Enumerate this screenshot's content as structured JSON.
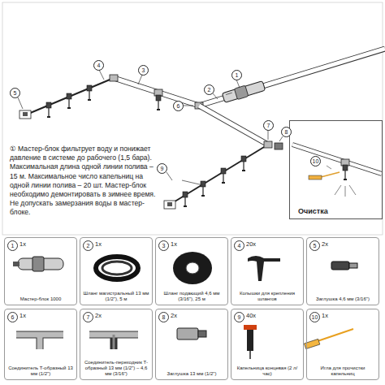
{
  "diagram": {
    "nodes": [
      {
        "text": [
          "1",
          "1x",
          "Мастер-блок 1000"
        ]
      },
      {
        "text": [
          "2",
          "1x",
          "Шланг магистральный 13 мм (1/2\"), 5 м"
        ]
      },
      {
        "text": [
          "3",
          "1x",
          "Шланг подающий 4,6 мм (3/16\"), 25 м"
        ]
      },
      {
        "text": [
          "4",
          "20x",
          "Колышки для крепления шлангов"
        ]
      },
      {
        "text": [
          "5",
          "2x",
          "Заглушка 4,6 мм (3/16\")"
        ]
      },
      {
        "text": [
          "6",
          "1x",
          "Соединитель Т-образный 13 мм (1/2\")"
        ]
      },
      {
        "text": [
          "7",
          "2x",
          "Соединитель-переходник Т-образный 13 мм (1/2\") – 4,6 мм (3/16\")"
        ]
      },
      {
        "text": [
          "8",
          "2x",
          "Заглушка 13 мм (1/2\")"
        ]
      },
      {
        "text": [
          "9",
          "40x",
          "Капельница концевая (2 л/час)"
        ]
      },
      {
        "text": [
          "10",
          "1x",
          "Игла для прочистки капельниц"
        ]
      },
      {
        "text": [
          "Очистка"
        ]
      }
    ],
    "labels": [
      "1",
      "2",
      "3",
      "4",
      "5",
      "6",
      "7",
      "8",
      "9",
      "10",
      "① Мастер-блок фильтрует воду и понижает давление в системе до рабочего (1,5 бара). Максимальная длина одной линии полива – 15 м. Максимальное число капельниц на одной линии полива – 20 шт. Мастер-блок необходимо демонтировать в зимнее время. Не допускать замерзания воды в мастер-блоке."
    ]
  }
}
